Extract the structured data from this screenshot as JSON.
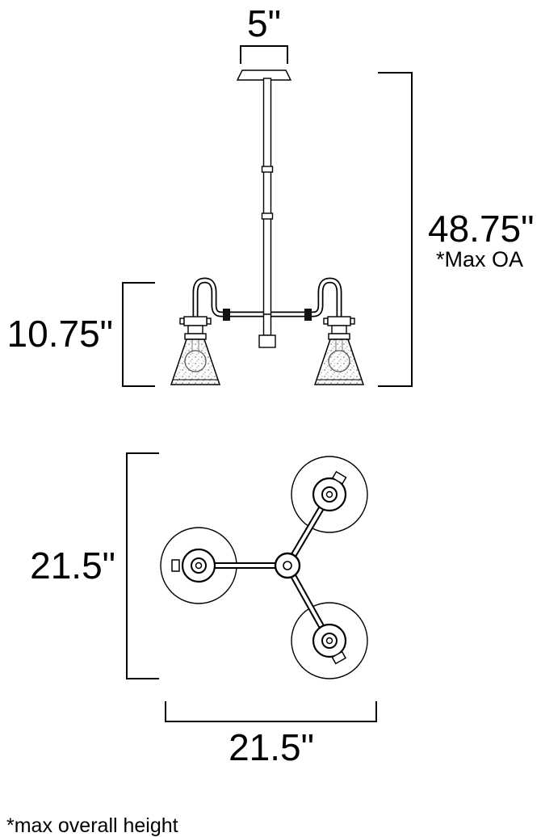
{
  "page": {
    "background_color": "#ffffff",
    "line_color": "#000000"
  },
  "side_view": {
    "canopy_width_label": "5\"",
    "overall_height_label": "48.75\"",
    "overall_height_note": "*Max OA",
    "body_height_label": "10.75\""
  },
  "top_view": {
    "height_label": "21.5\"",
    "width_label": "21.5\""
  },
  "footnote": "*max overall height"
}
